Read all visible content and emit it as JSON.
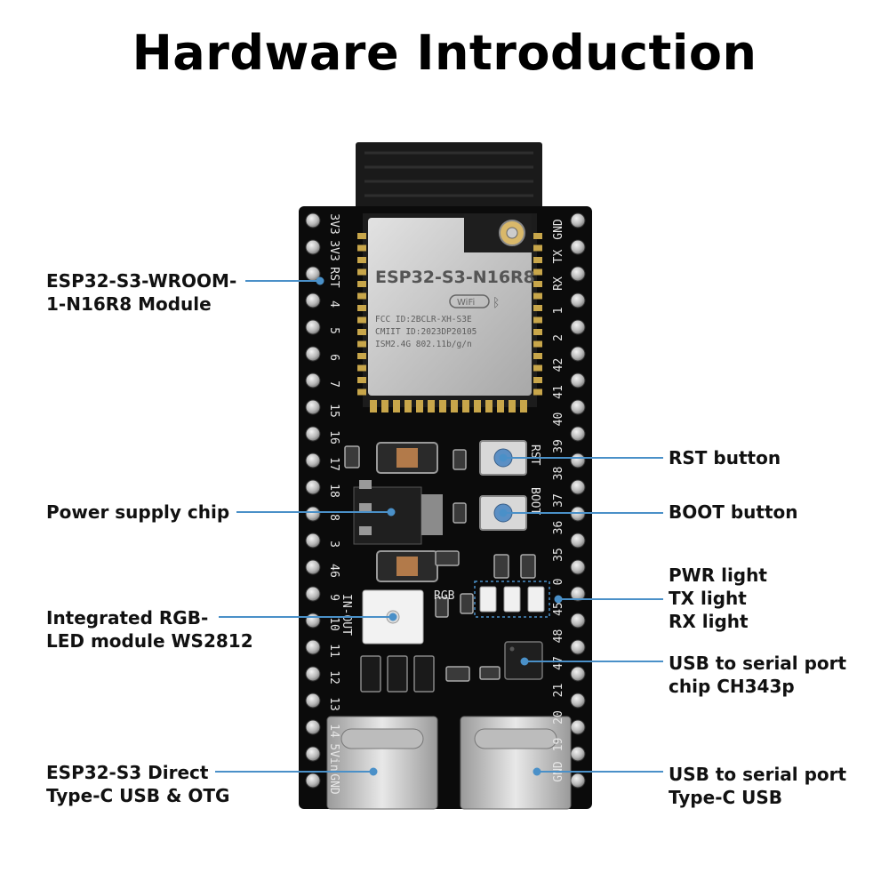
{
  "title": "Hardware Introduction",
  "labels": {
    "module": [
      "ESP32-S3-WROOM-",
      "1-N16R8 Module"
    ],
    "power": [
      "Power supply chip"
    ],
    "rgb_led": [
      "Integrated RGB-",
      "LED module WS2812"
    ],
    "usb_otg": [
      "ESP32-S3 Direct",
      "Type-C USB & OTG"
    ],
    "rst": [
      "RST button"
    ],
    "boot": [
      "BOOT button"
    ],
    "lights": [
      "PWR light",
      "TX light",
      "RX light"
    ],
    "serial_chip": [
      "USB to serial port",
      "chip CH343p"
    ],
    "serial_usb": [
      "USB to serial port",
      "Type-C USB"
    ]
  },
  "module_print": {
    "name": "ESP32-S3-N16R8",
    "wifi": "WiFi",
    "fcc": "FCC ID:2BCLR-XH-S3E",
    "cmiit": "CMIIT ID:2023DP20105",
    "ism": "ISM2.4G   802.11b/g/n"
  },
  "silkscreen": {
    "left_pins": [
      "3V3",
      "3V3",
      "RST",
      "4",
      "5",
      "6",
      "7",
      "15",
      "16",
      "17",
      "18",
      "8",
      "3",
      "46",
      "9",
      "10",
      "11",
      "12",
      "13",
      "14",
      "5Vin",
      "GND"
    ],
    "right_pins": [
      "GND",
      "TX",
      "RX",
      "1",
      "2",
      "42",
      "41",
      "40",
      "39",
      "38",
      "37",
      "36",
      "35",
      "0",
      "45",
      "48",
      "47",
      "21",
      "20",
      "19",
      "GND"
    ],
    "rst": "RST",
    "boot": "BOOT",
    "rgb": "RGB",
    "in_out": "IN-OUT"
  },
  "colors": {
    "pcb": "#0b0b0b",
    "callout_line": "#4a90c8",
    "module_shield": "#c9c9c9"
  }
}
